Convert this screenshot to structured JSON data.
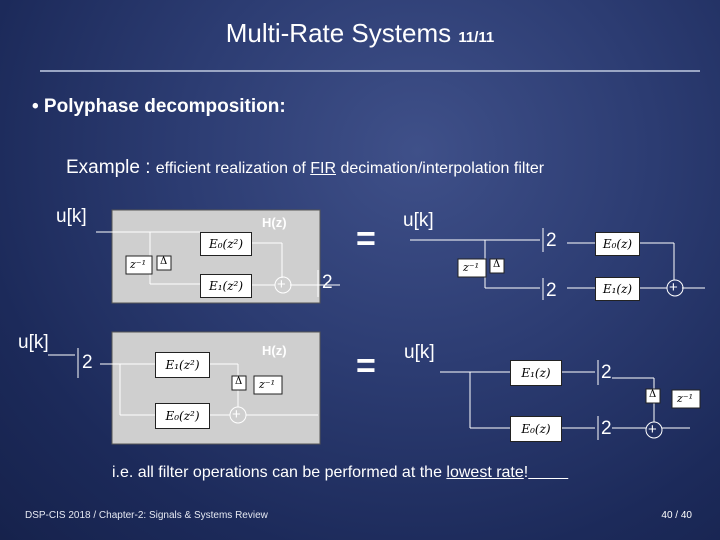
{
  "header": {
    "title": "Multi-Rate Systems",
    "page_of": "11/11"
  },
  "bullet": "•  Polyphase decomposition:",
  "example": {
    "prefix": "Example : ",
    "text_a": "efficient realization of ",
    "fir": "FIR",
    "text_b": " decimation/interpolation filter"
  },
  "diagram": {
    "signal_label": "u[k]",
    "hz_label": "H(z)",
    "equals": "=",
    "factor": "2",
    "plus": "+",
    "delay_z": "z⁻¹",
    "delta": "Δ",
    "E0_z2": "E₀(z²)",
    "E1_z2": "E₁(z²)",
    "E0_z": "E₀(z)",
    "E1_z": "E₁(z)"
  },
  "note": {
    "prefix": "i.e. all filter operations can be performed at the ",
    "emph": "lowest rate",
    "suffix": "!"
  },
  "footer": {
    "source": "DSP-CIS 2018  /  Chapter-2: Signals & Systems Review",
    "page": "40 / 40"
  }
}
